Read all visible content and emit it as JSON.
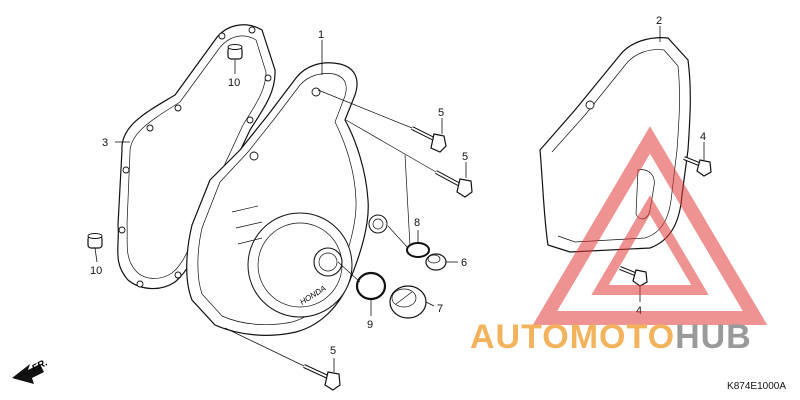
{
  "diagram": {
    "callouts": [
      "1",
      "2",
      "3",
      "4",
      "4",
      "5",
      "5",
      "5",
      "6",
      "7",
      "8",
      "9",
      "10",
      "10"
    ],
    "direction_label": "FR.",
    "brand_text": "HONDA",
    "diagram_code": "K874E1000A"
  },
  "watermark": {
    "part1": "AUTOMOTO",
    "part2": "HUB",
    "color_red": "#e23a3a",
    "color_orange": "#f3b35d",
    "color_gray": "#9a9a9a"
  }
}
